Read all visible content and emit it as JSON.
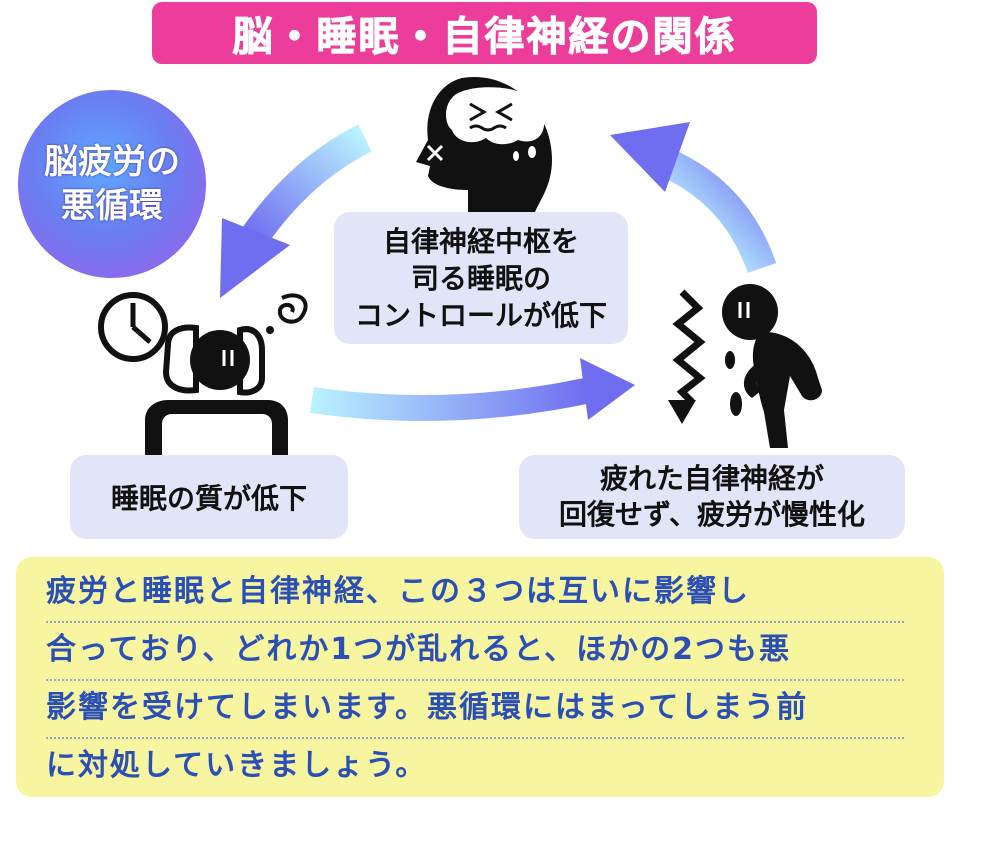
{
  "title": "脳・睡眠・自律神経の関係",
  "badge": {
    "line1": "脳疲労の",
    "line2": "悪循環"
  },
  "nodes": {
    "center": {
      "line1": "自律神経中枢を",
      "line2": "司る睡眠の",
      "line3": "コントロールが低下"
    },
    "left": {
      "line1": "睡眠の質が低下"
    },
    "right": {
      "line1": "疲れた自律神経が",
      "line2": "回復せず、疲労が慢性化"
    }
  },
  "note": {
    "lines": [
      "疲労と睡眠と自律神経、この３つは互いに影響し",
      "合っており、どれか1つが乱れると、ほかの2つも悪",
      "影響を受けてしまいます。悪循環にはまってしまう前",
      "に対処していきましょう。"
    ]
  },
  "colors": {
    "title_bg": "#ec3d9a",
    "label_bg": "#e2e4f7",
    "note_bg": "#f8f5a1",
    "note_text": "#2a4fb5"
  }
}
